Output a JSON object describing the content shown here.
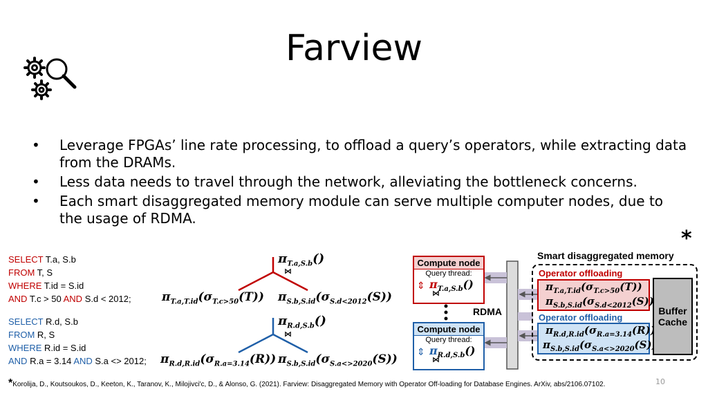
{
  "slide": {
    "title": "Farview",
    "bullets": [
      "Leverage FPGAs’ line rate processing, to offload a query’s operators, while extracting data from the DRAMs.",
      "Less data needs to travel through the network, alleviating the bottleneck concerns.",
      "Each smart disaggregated memory module can serve multiple computer nodes, due to the usage of RDMA."
    ],
    "star": "*",
    "page_number": "10",
    "reference_star": "*",
    "reference": "Korolija, D., Koutsoukos, D., Keeton, K., Taranov, K., Milojivci'c, D., & Alonso, G. (2021). Farview: Disaggregated Memory with Operator Off-loading for Database Engines. ArXiv, abs/2106.07102."
  },
  "query1": {
    "line1_kw": "SELECT",
    "line1_rest": " T.a, S.b",
    "line2_kw": "FROM",
    "line2_rest": " T, S",
    "line3_kw": "WHERE",
    "line3_rest": " T.id = S.id",
    "line4_kw": "AND",
    "line4_mid": " T.c > 50 ",
    "line4_kw2": "AND",
    "line4_rest": " S.d < 2012;",
    "top_proj": "π",
    "top_sub": "T.a,S.b",
    "top_paren": "()",
    "join": "⋈",
    "left_pi": "π",
    "left_sub": "T.a,T.id",
    "left_sigma": "(σ",
    "left_sigma_sub": "T.c>50",
    "left_rel": "(T))",
    "right_pi": "π",
    "right_sub": "S.b,S.id",
    "right_sigma": "(σ",
    "right_sigma_sub": "S.d<2012",
    "right_rel": "(S))"
  },
  "query2": {
    "line1_kw": "SELECT",
    "line1_rest": " R.d, S.b",
    "line2_kw": "FROM",
    "line2_rest": " R, S",
    "line3_kw": "WHERE",
    "line3_rest": " R.id = S.id",
    "line4_kw": "AND",
    "line4_mid": " R.a = 3.14 ",
    "line4_kw2": "AND",
    "line4_rest": " S.a <> 2012;",
    "top_proj": "π",
    "top_sub": "R.d,S.b",
    "top_paren": "()",
    "join": "⋈",
    "left_pi": "π",
    "left_sub": "R.d,R.id",
    "left_sigma": "(σ",
    "left_sigma_sub": "R.a=3.14",
    "left_rel": "(R))",
    "right_pi": "π",
    "right_sub": "S.b,S.id",
    "right_sigma": "(σ",
    "right_sigma_sub": "S.a<>2020",
    "right_rel": "(S))"
  },
  "diagram": {
    "node1_title": "Compute node",
    "node1_thread": "Query thread:",
    "node1_pi": "π",
    "node1_sub": "T.a,S.b",
    "node1_paren": "()",
    "node1_join": "⋈",
    "node2_title": "Compute node",
    "node2_thread": "Query thread:",
    "node2_pi": "π",
    "node2_sub": "R.d,S.b",
    "node2_paren": "()",
    "node2_join": "⋈",
    "rdma": "RDMA",
    "smart_title": "Smart disaggregated memory",
    "offload1_title": "Operator offloading",
    "off1_line1_pi": "π",
    "off1_line1_sub": "T.a,T.id",
    "off1_line1_sigma": "(σ",
    "off1_line1_ssub": "T.c>50",
    "off1_line1_rel": "(T))",
    "off1_line2_pi": "π",
    "off1_line2_sub": "S.b,S.id",
    "off1_line2_sigma": "(σ",
    "off1_line2_ssub": "S.d<2012",
    "off1_line2_rel": "(S))",
    "offload2_title": "Operator offloading",
    "off2_line1_pi": "π",
    "off2_line1_sub": "R.d,R.id",
    "off2_line1_sigma": "(σ",
    "off2_line1_ssub": "R.a=3.14",
    "off2_line1_rel": "(R))",
    "off2_line2_pi": "π",
    "off2_line2_sub": "S.b,S.id",
    "off2_line2_sigma": "(σ",
    "off2_line2_ssub": "S.a<>2020",
    "off2_line2_rel": "(S))",
    "buffer_line1": "Buffer",
    "buffer_line2": "Cache",
    "colors": {
      "red": "#c00000",
      "blue": "#1f5fa8",
      "red_fill": "#f4d0d0",
      "blue_fill": "#cfe3f5",
      "gray": "#bdbdbd"
    }
  },
  "icons": {
    "gears": "gears-search-icon"
  }
}
